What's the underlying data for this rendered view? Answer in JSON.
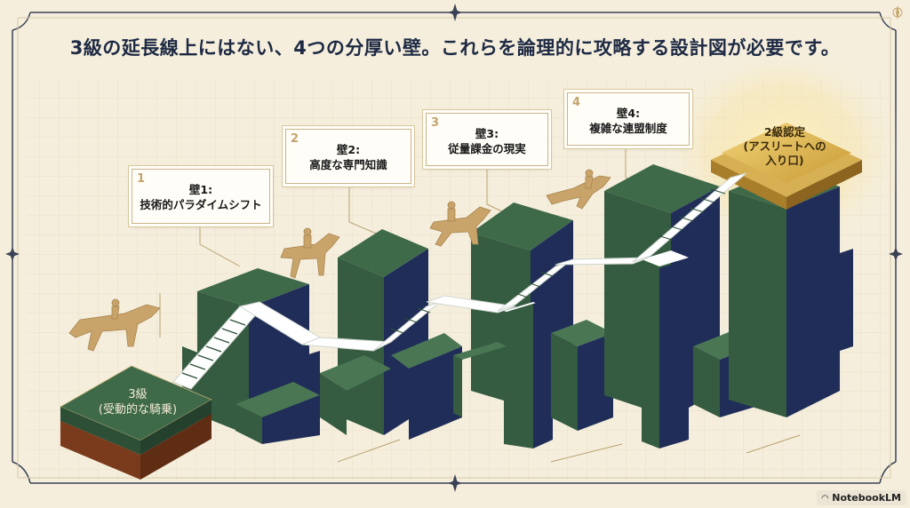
{
  "title": "3級の延長線上にはない、4つの分厚い壁。これらを論理的に攻略する設計図が必要です。",
  "walls": [
    {
      "number": "1",
      "heading": "壁1:",
      "label": "技術的パラダイムシフト"
    },
    {
      "number": "2",
      "heading": "壁2:",
      "label": "高度な専門知識"
    },
    {
      "number": "3",
      "heading": "壁3:",
      "label": "従量課金の現実"
    },
    {
      "number": "4",
      "heading": "壁4:",
      "label": "複雑な連盟制度"
    }
  ],
  "start": {
    "line1": "3級",
    "line2": "(受動的な騎乗)"
  },
  "goal": {
    "line1": "2級認定",
    "line2": "(アスリートへの",
    "line3": "入り口)"
  },
  "watermark": {
    "icon": "notebooklm-icon",
    "label": "NotebookLM"
  },
  "colors": {
    "background": "#f5eedc",
    "title": "#1e2a44",
    "block_green": "#3f6a4a",
    "block_navy": "#1f2d58",
    "stairs": "#ffffff",
    "gold": "#d9b14a",
    "soil": "#7a3a1c"
  }
}
